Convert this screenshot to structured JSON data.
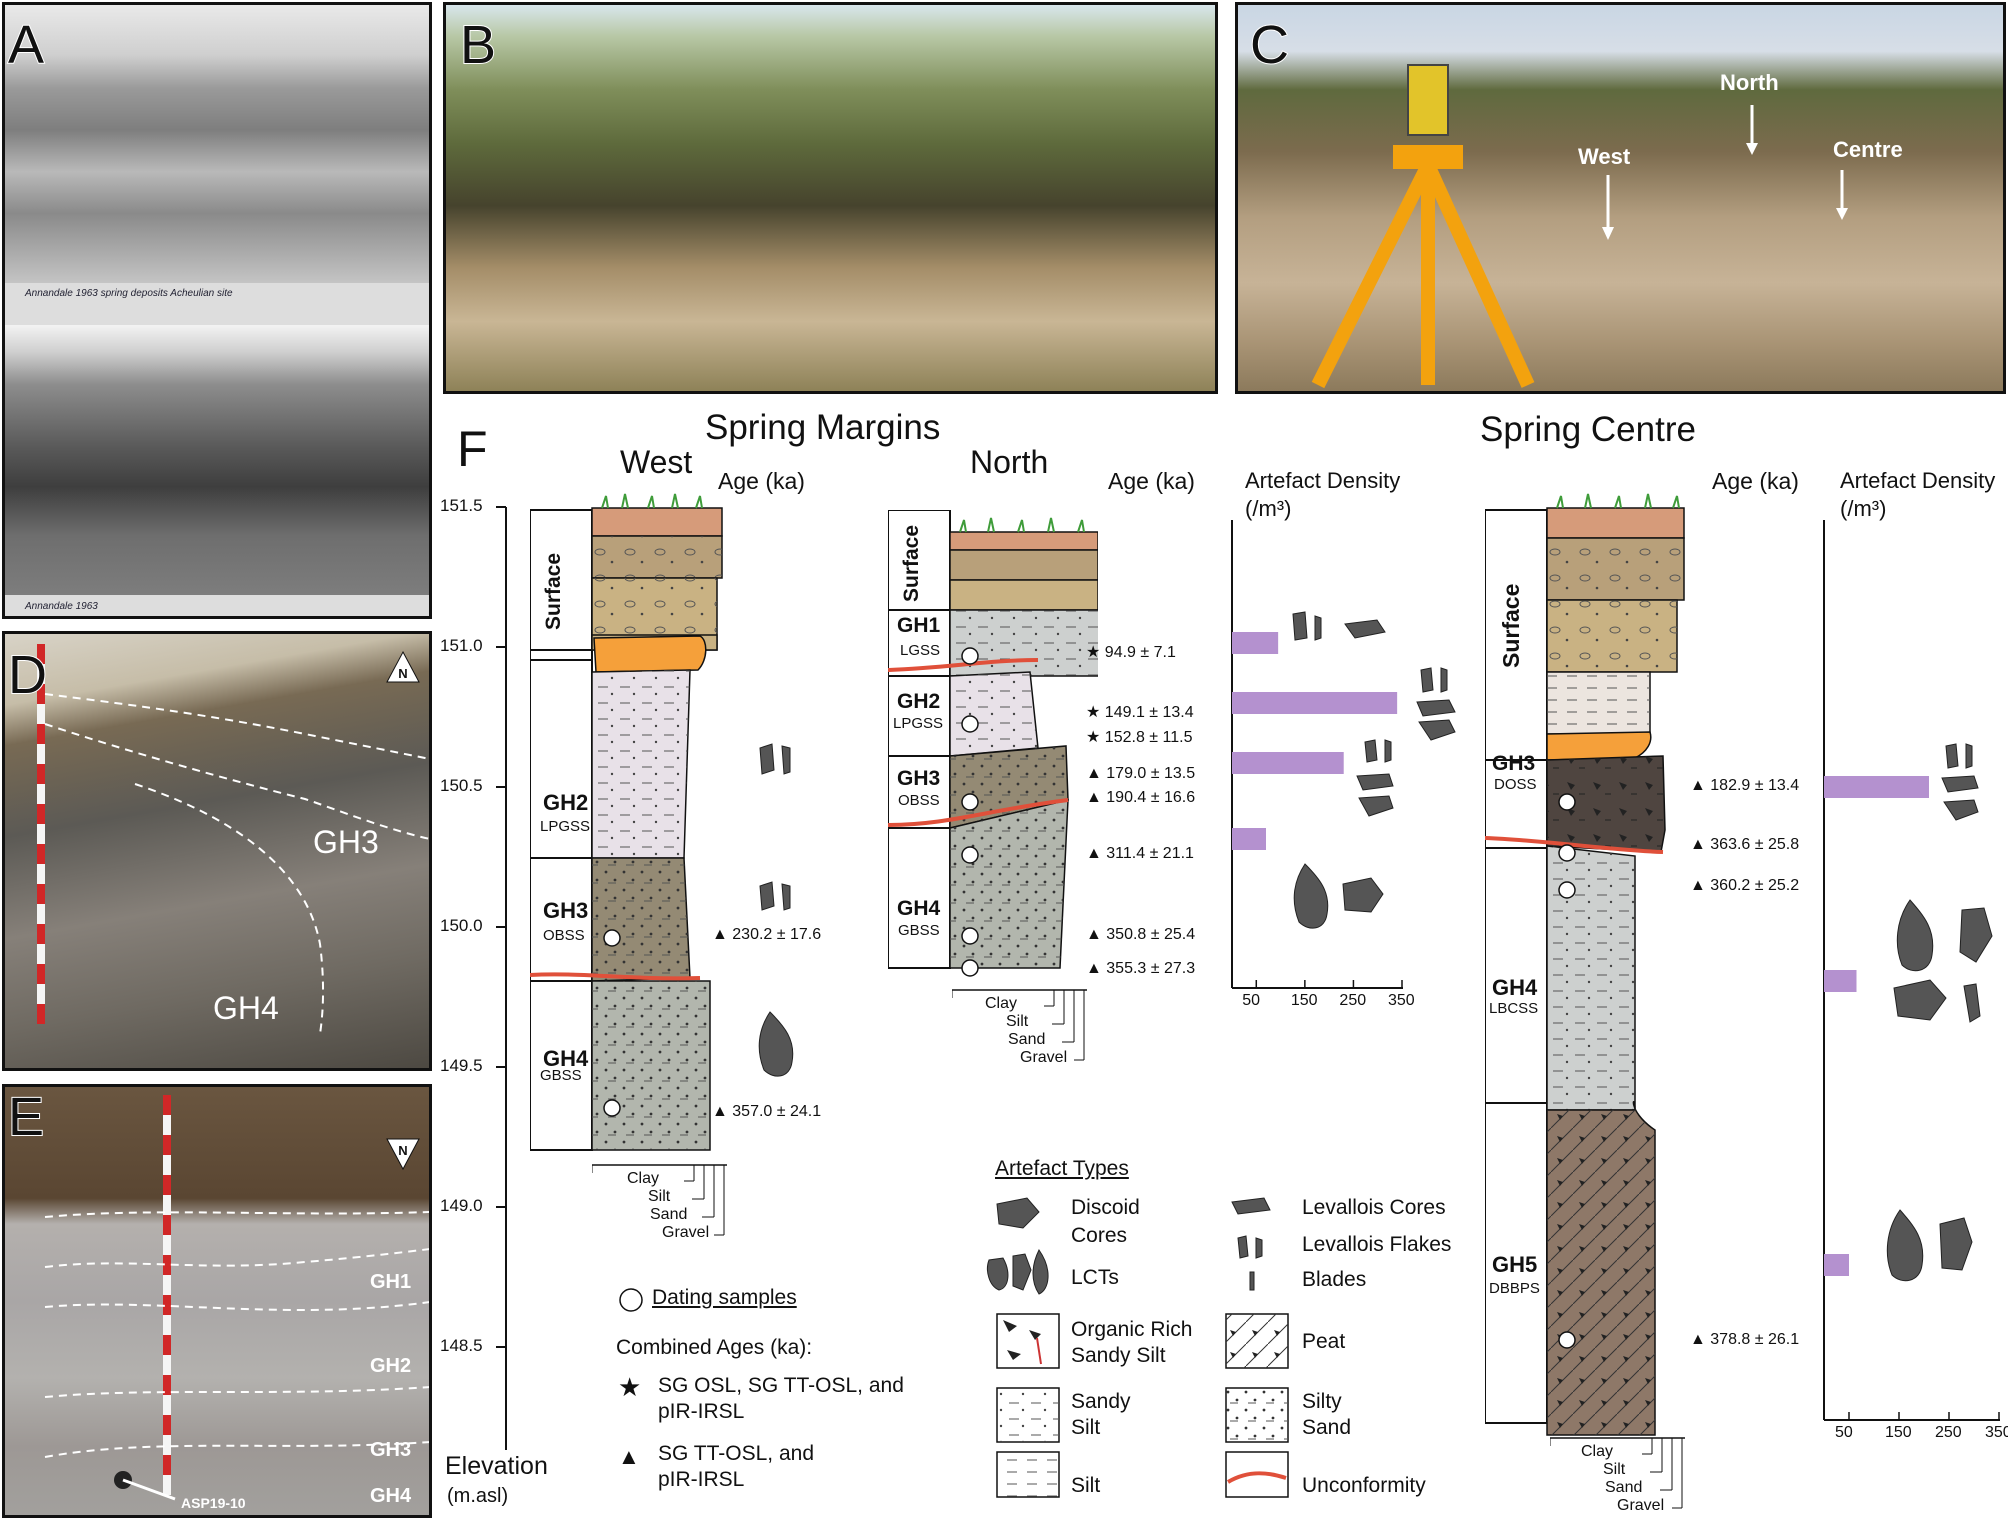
{
  "panels": {
    "A": "A",
    "B": "B",
    "C": "C",
    "D": "D",
    "E": "E",
    "F": "F"
  },
  "panel_a": {
    "note_top": "Annandale 1963 spring deposits Acheulian site",
    "note_bottom": "Annandale 1963"
  },
  "panel_c": {
    "west": "West",
    "north": "North",
    "centre": "Centre"
  },
  "panel_d": {
    "north": "N",
    "gh3": "GH3",
    "gh4": "GH4"
  },
  "panel_e": {
    "north": "N",
    "gh1": "GH1",
    "gh2": "GH2",
    "gh3": "GH3",
    "gh4": "GH4",
    "sample": "ASP19-10"
  },
  "headings": {
    "margins": "Spring Margins",
    "centre": "Spring Centre",
    "west": "West",
    "north": "North"
  },
  "axis": {
    "ticks": [
      "151.5",
      "151.0",
      "150.5",
      "150.0",
      "149.5",
      "149.0",
      "148.5"
    ],
    "title": "Elevation",
    "unit": "(m.asl)"
  },
  "labels": {
    "age_ka": "Age (ka)",
    "density_title": "Artefact Density",
    "density_unit": "(/m³)",
    "grain": [
      "Clay",
      "Silt",
      "Sand",
      "Gravel"
    ],
    "density_ticks": [
      "50",
      "150",
      "250",
      "350"
    ],
    "surface": "Surface"
  },
  "west_units": [
    {
      "code": "GH2",
      "name": "LPGSS"
    },
    {
      "code": "GH3",
      "name": "OBSS"
    },
    {
      "code": "GH4",
      "name": "GBSS"
    }
  ],
  "north_units": [
    {
      "code": "GH1",
      "name": "LGSS"
    },
    {
      "code": "GH2",
      "name": "LPGSS"
    },
    {
      "code": "GH3",
      "name": "OBSS"
    },
    {
      "code": "GH4",
      "name": "GBSS"
    }
  ],
  "centre_units": [
    {
      "code": "GH3",
      "name": "DOSS"
    },
    {
      "code": "GH4",
      "name": "LBCSS"
    },
    {
      "code": "GH5",
      "name": "DBBPS"
    }
  ],
  "ages": {
    "west": [
      "230.2 ± 17.6",
      "357.0 ± 24.1"
    ],
    "north": [
      "94.9 ± 7.1",
      "149.1 ± 13.4",
      "152.8 ± 11.5",
      "179.0 ± 13.5",
      "190.4 ± 16.6",
      "311.4 ± 21.1",
      "350.8 ± 25.4",
      "355.3 ± 27.3"
    ],
    "centre": [
      "182.9 ± 13.4",
      "363.6 ± 25.8",
      "360.2 ± 25.2",
      "378.8 ± 26.1"
    ]
  },
  "legend": {
    "dating_samples": "Dating samples",
    "combined_ages": "Combined Ages (ka):",
    "star_line1": "SG OSL, SG TT-OSL, and",
    "star_line2": "pIR-IRSL",
    "tri_line1": "SG TT-OSL, and",
    "tri_line2": "pIR-IRSL",
    "artefact_types": "Artefact Types",
    "discoid1": "Discoid",
    "discoid2": "Cores",
    "lcts": "LCTs",
    "lev_cores": "Levallois Cores",
    "lev_flakes": "Levallois Flakes",
    "blades": "Blades",
    "organic1": "Organic Rich",
    "organic2": "Sandy Silt",
    "peat": "Peat",
    "sandy1": "Sandy",
    "sandy2": "Silt",
    "silty1": "Silty",
    "silty2": "Sand",
    "silt": "Silt",
    "unconformity": "Unconformity"
  },
  "chart_data": [
    {
      "type": "bar",
      "title": "Artefact Density",
      "ylabel": "(/m³)",
      "xlim": [
        0,
        350
      ],
      "categories": [
        "GH1",
        "GH2",
        "GH3",
        "GH4"
      ],
      "values": [
        95,
        340,
        230,
        70
      ],
      "section": "North"
    },
    {
      "type": "bar",
      "title": "Artefact Density",
      "ylabel": "(/m³)",
      "xlim": [
        0,
        350
      ],
      "categories": [
        "GH3",
        "GH4",
        "GH5"
      ],
      "values": [
        210,
        65,
        50
      ],
      "section": "Centre"
    }
  ],
  "colors": {
    "silt_grey": "#cdd0cf",
    "lilac": "#e8e1e8",
    "olive": "#948a74",
    "grey_green": "#b2b6ad",
    "tan": "#c7b285",
    "orange": "#f5a03a",
    "dark_organic": "#4f4540",
    "peat": "#8e7868",
    "bar_purple": "#b491cf",
    "unconformity": "#e0503a"
  }
}
